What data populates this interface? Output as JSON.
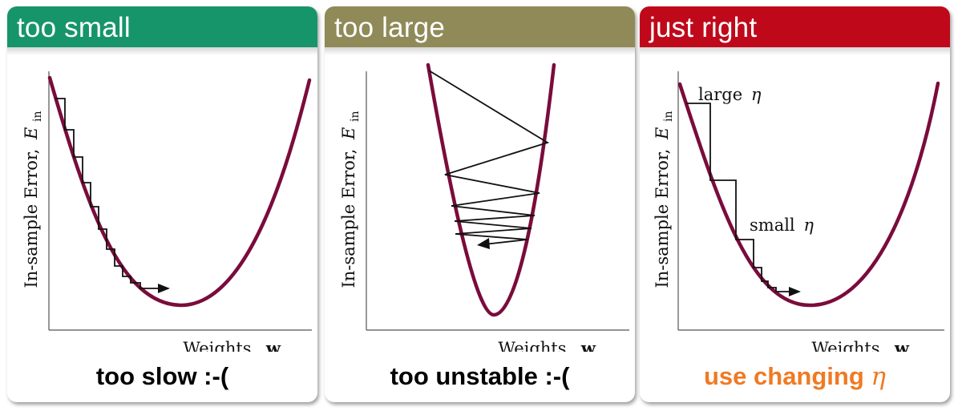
{
  "colors": {
    "curve": "#7a0c3c",
    "path": "#111111",
    "axis": "#555555"
  },
  "panels": [
    {
      "title": "too small",
      "header_color": "#17956a",
      "ylabel": "In-sample Error,",
      "ylabel_symbol": "E",
      "ylabel_subscript": "in",
      "xlabel": "Weights,",
      "xlabel_symbol": "w",
      "caption": "too slow :-(",
      "caption_color": "#000000"
    },
    {
      "title": "too large",
      "header_color": "#8f8a58",
      "ylabel": "In-sample Error,",
      "ylabel_symbol": "E",
      "ylabel_subscript": "in",
      "xlabel": "Weights,",
      "xlabel_symbol": "w",
      "caption": "too unstable :-(",
      "caption_color": "#000000"
    },
    {
      "title": "just right",
      "header_color": "#c0081b",
      "ylabel": "In-sample Error,",
      "ylabel_symbol": "E",
      "ylabel_subscript": "in",
      "xlabel": "Weights,",
      "xlabel_symbol": "w",
      "annotations": {
        "large": "large",
        "small": "small",
        "eta": "η"
      },
      "caption": "use changing",
      "caption_eta": "η",
      "caption_color": "#f07a22"
    }
  ]
}
